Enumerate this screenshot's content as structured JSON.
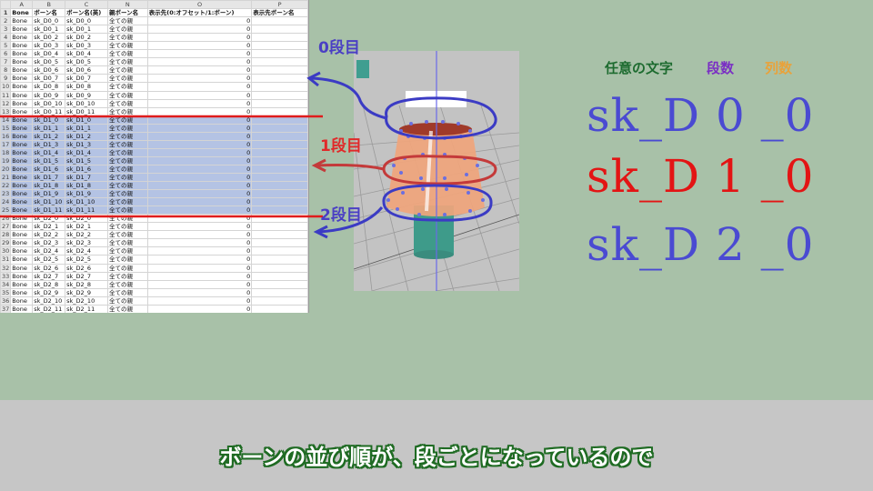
{
  "spreadsheet": {
    "columns": [
      "",
      "A",
      "B",
      "C",
      "N",
      "O",
      "P"
    ],
    "header_row": [
      "1",
      "Bone",
      "ボーン名",
      "ボーン名(英)",
      "親ボーン名",
      "表示先(0:オフセット/1:ボーン)",
      "表示先ボーン名"
    ],
    "rows": [
      [
        "2",
        "Bone",
        "sk_D0_0",
        "sk_D0_0",
        "全ての親",
        "0",
        ""
      ],
      [
        "3",
        "Bone",
        "sk_D0_1",
        "sk_D0_1",
        "全ての親",
        "0",
        ""
      ],
      [
        "4",
        "Bone",
        "sk_D0_2",
        "sk_D0_2",
        "全ての親",
        "0",
        ""
      ],
      [
        "5",
        "Bone",
        "sk_D0_3",
        "sk_D0_3",
        "全ての親",
        "0",
        ""
      ],
      [
        "6",
        "Bone",
        "sk_D0_4",
        "sk_D0_4",
        "全ての親",
        "0",
        ""
      ],
      [
        "7",
        "Bone",
        "sk_D0_5",
        "sk_D0_5",
        "全ての親",
        "0",
        ""
      ],
      [
        "8",
        "Bone",
        "sk_D0_6",
        "sk_D0_6",
        "全ての親",
        "0",
        ""
      ],
      [
        "9",
        "Bone",
        "sk_D0_7",
        "sk_D0_7",
        "全ての親",
        "0",
        ""
      ],
      [
        "10",
        "Bone",
        "sk_D0_8",
        "sk_D0_8",
        "全ての親",
        "0",
        ""
      ],
      [
        "11",
        "Bone",
        "sk_D0_9",
        "sk_D0_9",
        "全ての親",
        "0",
        ""
      ],
      [
        "12",
        "Bone",
        "sk_D0_10",
        "sk_D0_10",
        "全ての親",
        "0",
        ""
      ],
      [
        "13",
        "Bone",
        "sk_D0_11",
        "sk_D0_11",
        "全ての親",
        "0",
        ""
      ],
      [
        "14",
        "Bone",
        "sk_D1_0",
        "sk_D1_0",
        "全ての親",
        "0",
        ""
      ],
      [
        "15",
        "Bone",
        "sk_D1_1",
        "sk_D1_1",
        "全ての親",
        "0",
        ""
      ],
      [
        "16",
        "Bone",
        "sk_D1_2",
        "sk_D1_2",
        "全ての親",
        "0",
        ""
      ],
      [
        "17",
        "Bone",
        "sk_D1_3",
        "sk_D1_3",
        "全ての親",
        "0",
        ""
      ],
      [
        "18",
        "Bone",
        "sk_D1_4",
        "sk_D1_4",
        "全ての親",
        "0",
        ""
      ],
      [
        "19",
        "Bone",
        "sk_D1_5",
        "sk_D1_5",
        "全ての親",
        "0",
        ""
      ],
      [
        "20",
        "Bone",
        "sk_D1_6",
        "sk_D1_6",
        "全ての親",
        "0",
        ""
      ],
      [
        "21",
        "Bone",
        "sk_D1_7",
        "sk_D1_7",
        "全ての親",
        "0",
        ""
      ],
      [
        "22",
        "Bone",
        "sk_D1_8",
        "sk_D1_8",
        "全ての親",
        "0",
        ""
      ],
      [
        "23",
        "Bone",
        "sk_D1_9",
        "sk_D1_9",
        "全ての親",
        "0",
        ""
      ],
      [
        "24",
        "Bone",
        "sk_D1_10",
        "sk_D1_10",
        "全ての親",
        "0",
        ""
      ],
      [
        "25",
        "Bone",
        "sk_D1_11",
        "sk_D1_11",
        "全ての親",
        "0",
        ""
      ],
      [
        "26",
        "Bone",
        "sk_D2_0",
        "sk_D2_0",
        "全ての親",
        "0",
        ""
      ],
      [
        "27",
        "Bone",
        "sk_D2_1",
        "sk_D2_1",
        "全ての親",
        "0",
        ""
      ],
      [
        "28",
        "Bone",
        "sk_D2_2",
        "sk_D2_2",
        "全ての親",
        "0",
        ""
      ],
      [
        "29",
        "Bone",
        "sk_D2_3",
        "sk_D2_3",
        "全ての親",
        "0",
        ""
      ],
      [
        "30",
        "Bone",
        "sk_D2_4",
        "sk_D2_4",
        "全ての親",
        "0",
        ""
      ],
      [
        "31",
        "Bone",
        "sk_D2_5",
        "sk_D2_5",
        "全ての親",
        "0",
        ""
      ],
      [
        "32",
        "Bone",
        "sk_D2_6",
        "sk_D2_6",
        "全ての親",
        "0",
        ""
      ],
      [
        "33",
        "Bone",
        "sk_D2_7",
        "sk_D2_7",
        "全ての親",
        "0",
        ""
      ],
      [
        "34",
        "Bone",
        "sk_D2_8",
        "sk_D2_8",
        "全ての親",
        "0",
        ""
      ],
      [
        "35",
        "Bone",
        "sk_D2_9",
        "sk_D2_9",
        "全ての親",
        "0",
        ""
      ],
      [
        "36",
        "Bone",
        "sk_D2_10",
        "sk_D2_10",
        "全ての親",
        "0",
        ""
      ],
      [
        "37",
        "Bone",
        "sk_D2_11",
        "sk_D2_11",
        "全ての親",
        "0",
        ""
      ]
    ],
    "selected_row_range": [
      "14",
      "25"
    ]
  },
  "labels": {
    "tier0": "0段目",
    "tier1": "1段目",
    "tier2": "2段目"
  },
  "legend": {
    "any_text": "任意の文字",
    "tier_count": "段数",
    "column_count": "列数"
  },
  "name_breakdown": [
    "sk_D 0 _0",
    "sk_D 1 _0",
    "sk_D 2 _0"
  ],
  "subtitle": "ボーンの並び順が、段ごとになっているので",
  "colors": {
    "background": "#a8c1a8",
    "tier_blue": "#4a4ad2",
    "tier_red": "#e31414",
    "selection": "#b4c3e4",
    "subtitle_outline": "#1f6b23"
  }
}
